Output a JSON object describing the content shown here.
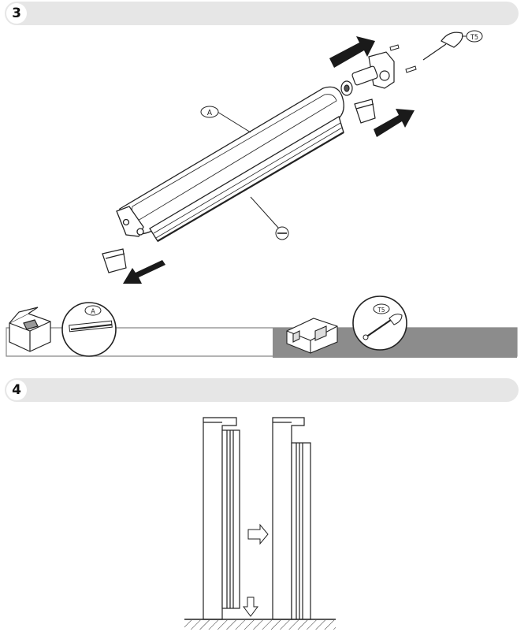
{
  "steps": [
    {
      "number": "3"
    },
    {
      "number": "4"
    }
  ],
  "labels": {
    "part_a": "A",
    "tool_t5": "T5",
    "inset_a": "A",
    "inset_t5": "T5"
  },
  "colors": {
    "step_bar": "#e6e6e6",
    "dark_panel": "#8c8c8c",
    "arrow": "#1a1a1a"
  }
}
